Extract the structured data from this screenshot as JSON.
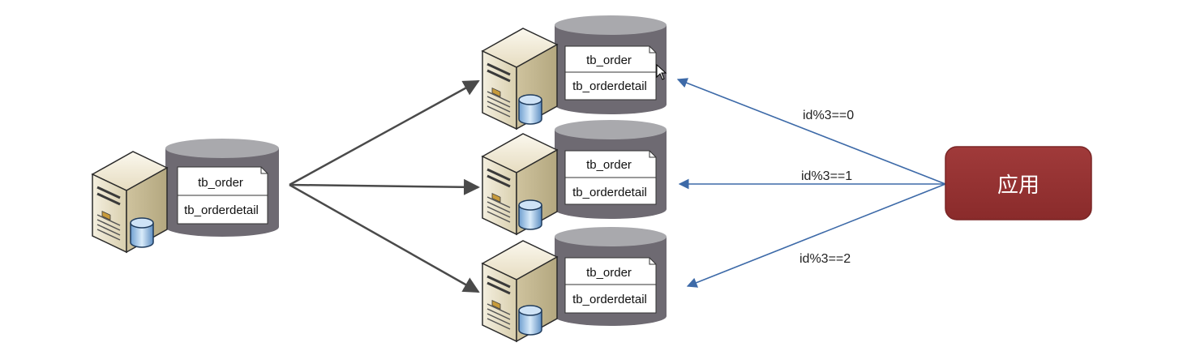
{
  "source_node": {
    "tables": [
      "tb_order",
      "tb_orderdetail"
    ]
  },
  "shard_nodes": [
    {
      "tables": [
        "tb_order",
        "tb_orderdetail"
      ]
    },
    {
      "tables": [
        "tb_order",
        "tb_orderdetail"
      ]
    },
    {
      "tables": [
        "tb_order",
        "tb_orderdetail"
      ]
    }
  ],
  "routes": [
    {
      "label": "id%3==0"
    },
    {
      "label": "id%3==1"
    },
    {
      "label": "id%3==2"
    }
  ],
  "app": {
    "label": "应用"
  },
  "colors": {
    "split_arrow": "#4a4a4a",
    "route_arrow": "#3d6aa8",
    "app_box": "#963232",
    "app_box_border": "#7a2626",
    "cylinder_body": "#6e6a72",
    "cylinder_top": "#a9a9ad",
    "server_body": "#e8e0c8"
  }
}
